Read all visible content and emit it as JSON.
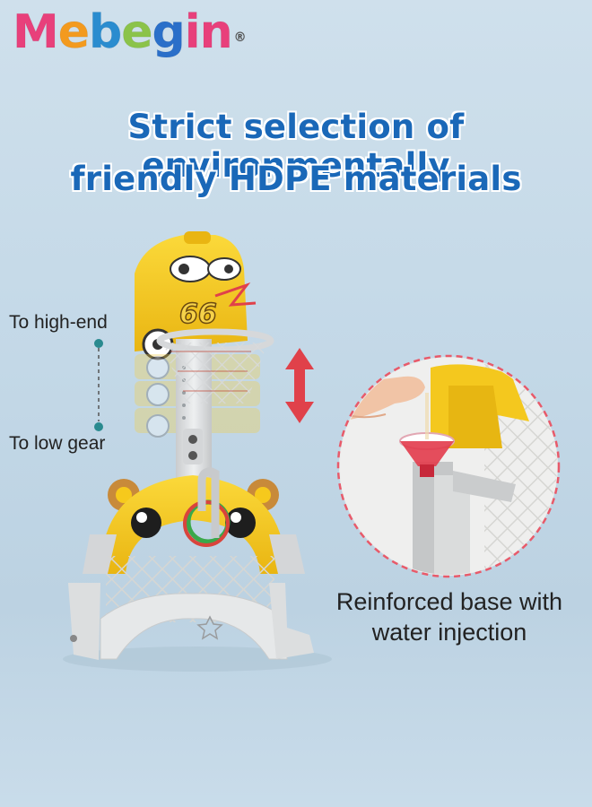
{
  "brand": {
    "letters": [
      {
        "ch": "M",
        "color": "#e8407b"
      },
      {
        "ch": "e",
        "color": "#f39a1e"
      },
      {
        "ch": "b",
        "color": "#2a8ccf"
      },
      {
        "ch": "e",
        "color": "#8bc34a"
      },
      {
        "ch": "g",
        "color": "#2a6fc9"
      },
      {
        "ch": "i",
        "color": "#e8407b"
      },
      {
        "ch": "n",
        "color": "#e8407b"
      }
    ],
    "registered": "®"
  },
  "headline": {
    "line1": "Strict selection of environmentally",
    "line2": "friendly HDPE materials"
  },
  "gear": {
    "high_label": "To high-end",
    "low_label": "To low gear"
  },
  "product": {
    "car_number": "66"
  },
  "detail": {
    "caption_line1": "Reinforced base with",
    "caption_line2": "water injection"
  },
  "colors": {
    "headline": "#1a68b8",
    "yellow": "#f6c91c",
    "arrow": "#e0414a",
    "dashed_circle": "#e85a6a",
    "teal_dot": "#2a8a8f"
  }
}
